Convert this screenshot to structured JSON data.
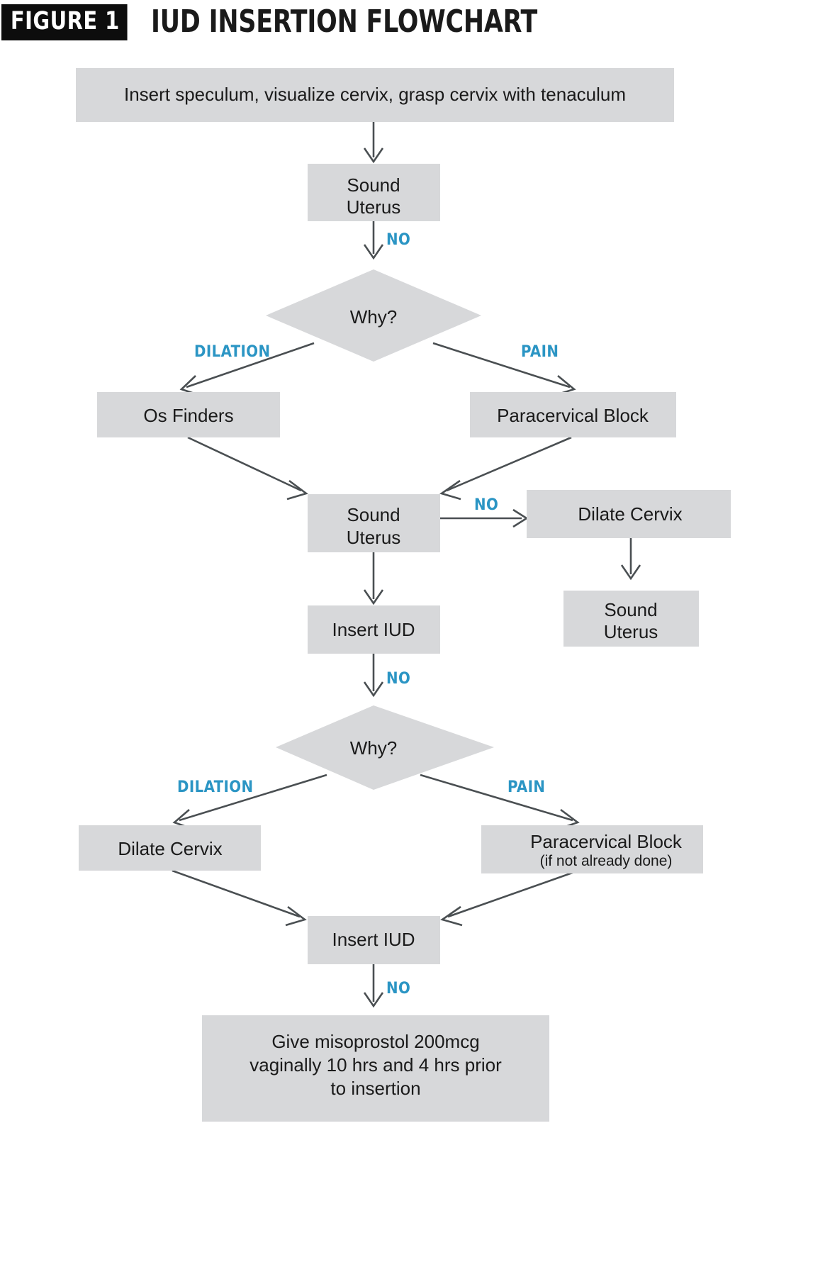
{
  "header": {
    "badge": "FIGURE 1",
    "title": "IUD INSERTION FLOWCHART"
  },
  "colors": {
    "node_fill": "#d7d8da",
    "edge_stroke": "#4a4f52",
    "edge_label": "#2b95c4",
    "badge_bg": "#0d0d0d",
    "text": "#1a1a1a",
    "page_bg": "#ffffff"
  },
  "chart_data": {
    "type": "diagram",
    "title": "IUD INSERTION FLOWCHART",
    "nodes": [
      {
        "id": "n1",
        "label": "Insert speculum, visualize cervix, grasp cervix with tenaculum",
        "shape": "box"
      },
      {
        "id": "n2",
        "label_line1": "Sound",
        "label_line2": "Uterus",
        "shape": "box"
      },
      {
        "id": "n3",
        "label": "Why?",
        "shape": "diamond"
      },
      {
        "id": "n4",
        "label": "Os Finders",
        "shape": "box"
      },
      {
        "id": "n5",
        "label": "Paracervical Block",
        "shape": "box"
      },
      {
        "id": "n6",
        "label_line1": "Sound",
        "label_line2": "Uterus",
        "shape": "box"
      },
      {
        "id": "n7",
        "label": "Dilate Cervix",
        "shape": "box"
      },
      {
        "id": "n8",
        "label_line1": "Sound",
        "label_line2": "Uterus",
        "shape": "box"
      },
      {
        "id": "n9",
        "label": "Insert IUD",
        "shape": "box"
      },
      {
        "id": "n10",
        "label": "Why?",
        "shape": "diamond"
      },
      {
        "id": "n11",
        "label": "Dilate Cervix",
        "shape": "box"
      },
      {
        "id": "n12",
        "label": "Paracervical Block",
        "sublabel": "(if not already done)",
        "shape": "box"
      },
      {
        "id": "n13",
        "label": "Insert IUD",
        "shape": "box"
      },
      {
        "id": "n14",
        "label_line1": "Give misoprostol 200mcg",
        "label_line2": "vaginally 10 hrs and 4 hrs prior",
        "label_line3": "to insertion",
        "shape": "box"
      }
    ],
    "edges": [
      {
        "from": "n1",
        "to": "n2",
        "label": ""
      },
      {
        "from": "n2",
        "to": "n3",
        "label": "NO"
      },
      {
        "from": "n3",
        "to": "n4",
        "label": "DILATION"
      },
      {
        "from": "n3",
        "to": "n5",
        "label": "PAIN"
      },
      {
        "from": "n4",
        "to": "n6",
        "label": ""
      },
      {
        "from": "n5",
        "to": "n6",
        "label": ""
      },
      {
        "from": "n6",
        "to": "n7",
        "label": "NO"
      },
      {
        "from": "n7",
        "to": "n8",
        "label": ""
      },
      {
        "from": "n6",
        "to": "n9",
        "label": ""
      },
      {
        "from": "n9",
        "to": "n10",
        "label": "NO"
      },
      {
        "from": "n10",
        "to": "n11",
        "label": "DILATION"
      },
      {
        "from": "n10",
        "to": "n12",
        "label": "PAIN"
      },
      {
        "from": "n11",
        "to": "n13",
        "label": ""
      },
      {
        "from": "n12",
        "to": "n13",
        "label": ""
      },
      {
        "from": "n13",
        "to": "n14",
        "label": "NO"
      }
    ],
    "edge_labels": [
      "NO",
      "DILATION",
      "PAIN",
      "NO",
      "NO",
      "DILATION",
      "PAIN",
      "NO"
    ]
  },
  "labels": {
    "n1": "Insert speculum, visualize cervix, grasp cervix with tenaculum",
    "n2a": "Sound",
    "n2b": "Uterus",
    "n3": "Why?",
    "n4": "Os Finders",
    "n5": "Paracervical Block",
    "n6a": "Sound",
    "n6b": "Uterus",
    "n7": "Dilate Cervix",
    "n8a": "Sound",
    "n8b": "Uterus",
    "n9": "Insert IUD",
    "n10": "Why?",
    "n11": "Dilate Cervix",
    "n12": "Paracervical Block",
    "n12sub": "(if not already done)",
    "n13": "Insert IUD",
    "n14a": "Give misoprostol 200mcg",
    "n14b": "vaginally 10 hrs and 4 hrs prior",
    "n14c": "to insertion",
    "e_no_1": "NO",
    "e_dilation_1": "DILATION",
    "e_pain_1": "PAIN",
    "e_no_2": "NO",
    "e_no_3": "NO",
    "e_dilation_2": "DILATION",
    "e_pain_2": "PAIN",
    "e_no_4": "NO"
  }
}
